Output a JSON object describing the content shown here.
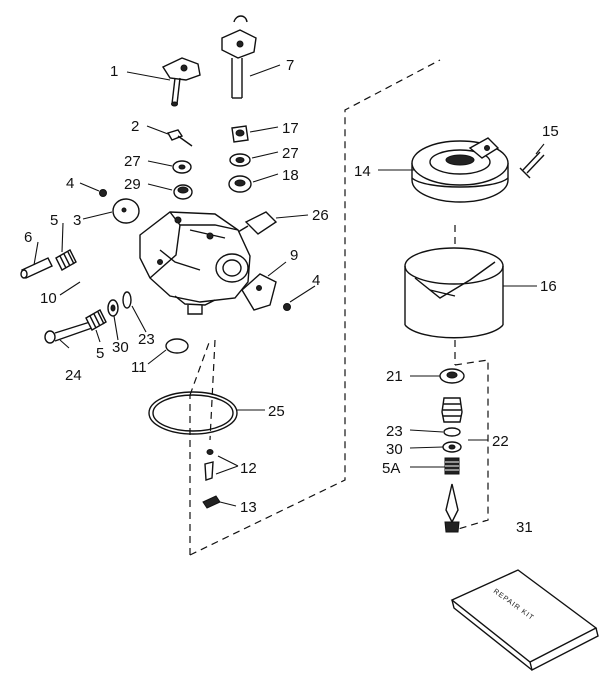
{
  "diagram": {
    "part_labels": {
      "p1": "1",
      "p2": "2",
      "p3": "3",
      "p4a": "4",
      "p4b": "4",
      "p5a": "5",
      "p5b": "5",
      "p5c": "5A",
      "p6": "6",
      "p7": "7",
      "p9": "9",
      "p10": "10",
      "p11": "11",
      "p12": "12",
      "p13": "13",
      "p14": "14",
      "p15": "15",
      "p16": "16",
      "p17": "17",
      "p18": "18",
      "p21": "21",
      "p22": "22",
      "p23a": "23",
      "p23b": "23",
      "p24": "24",
      "p25": "25",
      "p26": "26",
      "p27a": "27",
      "p27b": "27",
      "p29": "29",
      "p30a": "30",
      "p30b": "30",
      "p31": "31"
    },
    "repair_kit_text": "REPAIR KIT"
  }
}
